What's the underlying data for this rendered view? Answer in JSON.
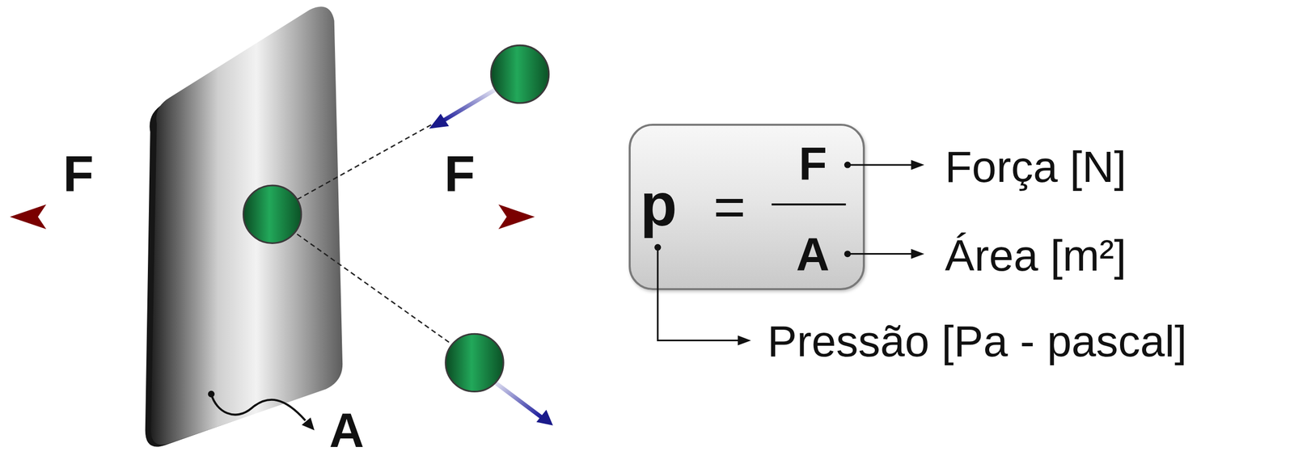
{
  "diagram": {
    "nodes": [
      {
        "text": [
          "p",
          "=",
          "F",
          "A"
        ]
      }
    ],
    "labels": [
      "F",
      "F",
      "A",
      "Força [N]",
      "Área [m²]",
      "Pressão [Pa - pascal]"
    ]
  }
}
